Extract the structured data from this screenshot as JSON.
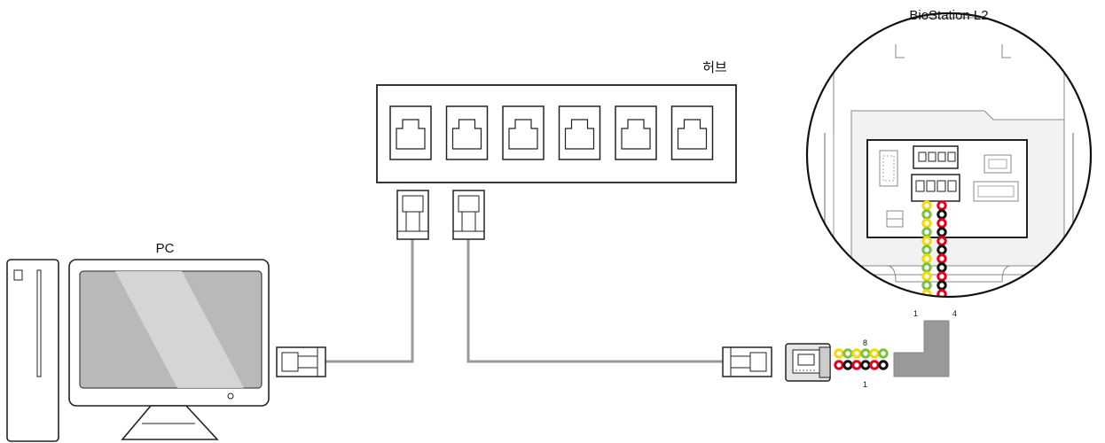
{
  "labels": {
    "device": "BioStation L2",
    "hub": "허브",
    "pc": "PC",
    "pin_start": "1",
    "pin_end": "4",
    "rj45_pin_top": "8",
    "rj45_pin_bottom": "1"
  },
  "wire_colors": {
    "yellow": "#f5d800",
    "green": "#7ac143",
    "red": "#e3001b",
    "black": "#111111",
    "cable_gray": "#999999"
  },
  "hub": {
    "port_count": 6
  }
}
